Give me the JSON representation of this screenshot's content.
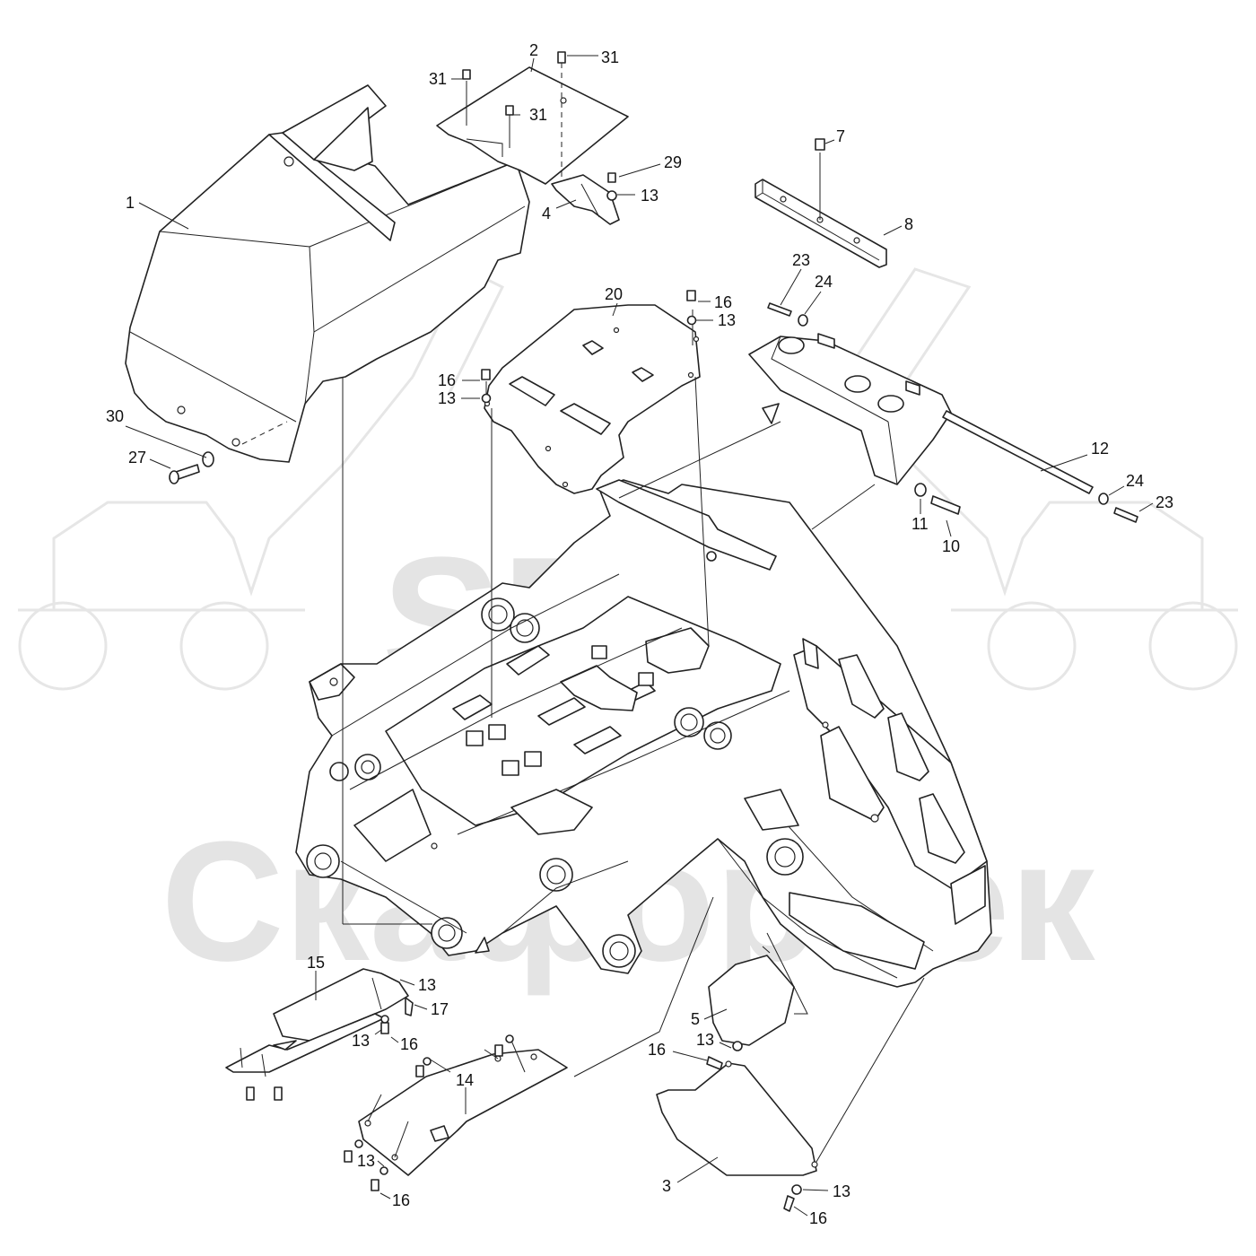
{
  "watermark": {
    "brand": "SPT",
    "company": "СкафорТек"
  },
  "callouts": [
    {
      "id": "c1",
      "text": "1"
    },
    {
      "id": "c2",
      "text": "2"
    },
    {
      "id": "c31a",
      "text": "31"
    },
    {
      "id": "c31b",
      "text": "31"
    },
    {
      "id": "c31c",
      "text": "31"
    },
    {
      "id": "c29",
      "text": "29"
    },
    {
      "id": "c13a",
      "text": "13"
    },
    {
      "id": "c4",
      "text": "4"
    },
    {
      "id": "c7",
      "text": "7"
    },
    {
      "id": "c8",
      "text": "8"
    },
    {
      "id": "c23a",
      "text": "23"
    },
    {
      "id": "c24a",
      "text": "24"
    },
    {
      "id": "c20",
      "text": "20"
    },
    {
      "id": "c16a",
      "text": "16"
    },
    {
      "id": "c13b",
      "text": "13"
    },
    {
      "id": "c16b",
      "text": "16"
    },
    {
      "id": "c13c",
      "text": "13"
    },
    {
      "id": "c30",
      "text": "30"
    },
    {
      "id": "c27",
      "text": "27"
    },
    {
      "id": "c12",
      "text": "12"
    },
    {
      "id": "c24b",
      "text": "24"
    },
    {
      "id": "c23b",
      "text": "23"
    },
    {
      "id": "c11",
      "text": "11"
    },
    {
      "id": "c10",
      "text": "10"
    },
    {
      "id": "c15",
      "text": "15"
    },
    {
      "id": "c13d",
      "text": "13"
    },
    {
      "id": "c17",
      "text": "17"
    },
    {
      "id": "c13e",
      "text": "13"
    },
    {
      "id": "c16c",
      "text": "16"
    },
    {
      "id": "c14",
      "text": "14"
    },
    {
      "id": "c13f",
      "text": "13"
    },
    {
      "id": "c16d",
      "text": "16"
    },
    {
      "id": "c5",
      "text": "5"
    },
    {
      "id": "c16e",
      "text": "16"
    },
    {
      "id": "c13g",
      "text": "13"
    },
    {
      "id": "c3",
      "text": "3"
    },
    {
      "id": "c13h",
      "text": "13"
    },
    {
      "id": "c16f",
      "text": "16"
    }
  ]
}
